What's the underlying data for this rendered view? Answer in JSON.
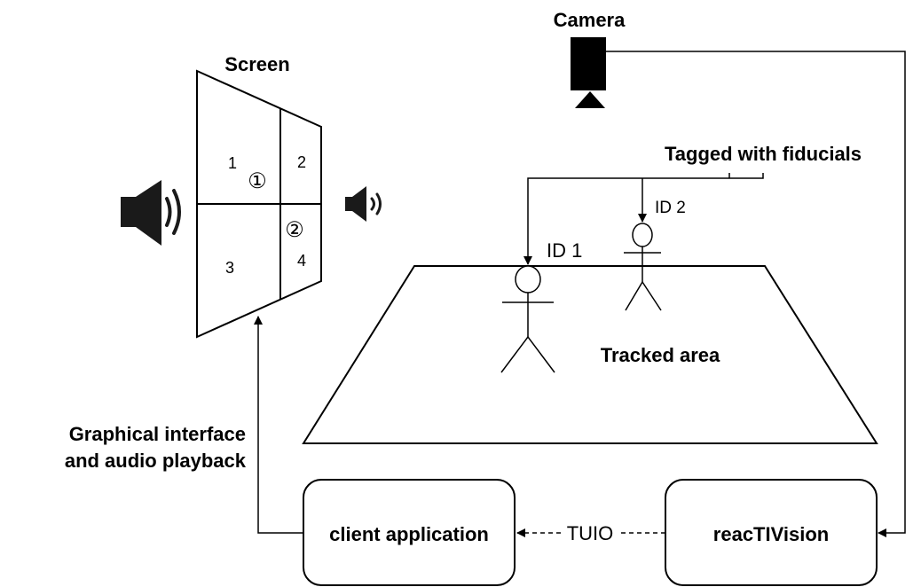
{
  "labels": {
    "camera": "Camera",
    "screen": "Screen",
    "tagged": "Tagged with fiducials",
    "id1": "ID 1",
    "id2": "ID 2",
    "tracked_area": "Tracked area",
    "interface_line1": "Graphical interface",
    "interface_line2": "and audio playback",
    "client": "client application",
    "reactivision": "reacTIVision",
    "tuio": "TUIO"
  },
  "screen_regions": [
    "1",
    "2",
    "3",
    "4"
  ],
  "screen_markers": [
    "①",
    "②"
  ],
  "icons": {
    "camera": "camera-icon",
    "speaker_large": "speaker-large-icon",
    "speaker_small": "speaker-small-icon",
    "person": "person-icon"
  },
  "colors": {
    "stroke": "#000000",
    "background": "#ffffff"
  }
}
